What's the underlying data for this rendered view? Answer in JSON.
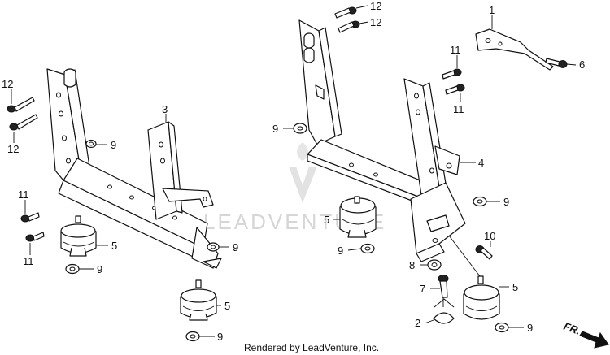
{
  "diagram": {
    "callouts": {
      "c1": "1",
      "c2": "2",
      "c3": "3",
      "c4": "4",
      "c5a": "5",
      "c5b": "5",
      "c5c": "5",
      "c5d": "5",
      "c6": "6",
      "c7": "7",
      "c8": "8",
      "c9a": "9",
      "c9b": "9",
      "c9c": "9",
      "c9d": "9",
      "c9e": "9",
      "c9f": "9",
      "c9g": "9",
      "c10": "10",
      "c11a": "11",
      "c11b": "11",
      "c11c": "11",
      "c11d": "11",
      "c12a": "12",
      "c12b": "12",
      "c12c": "12",
      "c12d": "12",
      "fr": "FR."
    },
    "watermark": "LEADVENTURE",
    "footer": "Rendered by LeadVenture, Inc.",
    "colors": {
      "ink": "#111111",
      "watermark": "#d6d6d6",
      "background": "#ffffff"
    }
  }
}
